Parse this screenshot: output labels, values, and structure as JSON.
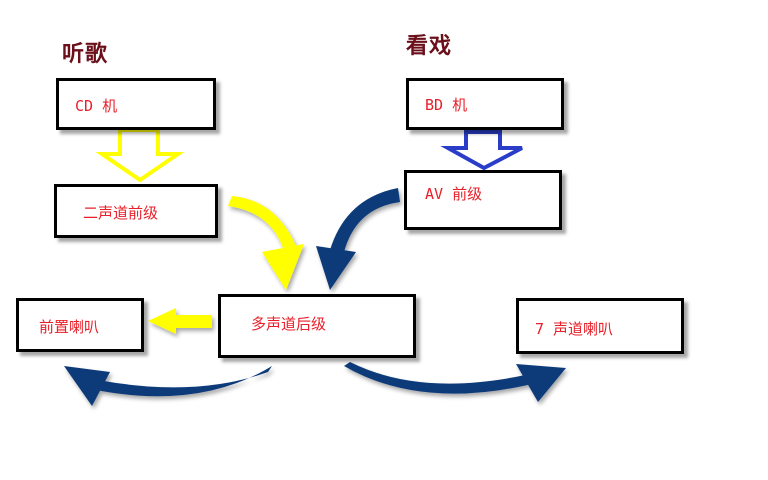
{
  "headings": {
    "music": "听歌",
    "movie": "看戏"
  },
  "boxes": {
    "cd_player": "CD 机",
    "bd_player": "BD 机",
    "stereo_preamp": "二声道前级",
    "av_preamp": "AV 前级",
    "multichannel_amp": "多声道后级",
    "front_speakers": "前置喇叭",
    "seven_channel_speakers": "7 声道喇叭"
  },
  "colors": {
    "heading": "#6b0f1a",
    "label": "#e8202a",
    "yellow_arrow": "#ffff00",
    "blue_outline_arrow": "#2a3dc8",
    "navy_arrow": "#0d3a7a"
  }
}
